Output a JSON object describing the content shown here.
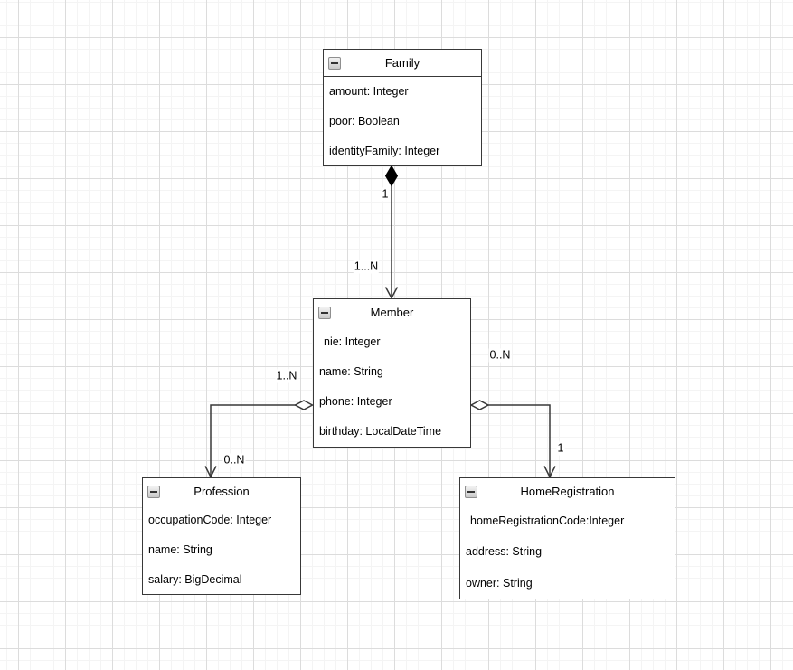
{
  "diagram": {
    "type": "uml-class-diagram",
    "colors": {
      "canvas_background": "#ffffff",
      "grid_minor": "#f4f4f4",
      "grid_major": "#dcdcdc",
      "stroke": "#383838",
      "box_fill": "#ffffff",
      "text": "#000000"
    },
    "icons": {
      "collapse": "minus-icon"
    },
    "classes": [
      {
        "name": "Family",
        "attributes": [
          "amount: Integer",
          "poor: Boolean",
          "identityFamily: Integer"
        ]
      },
      {
        "name": "Member",
        "attributes": [
          "nie: Integer",
          "name: String",
          "phone: Integer",
          "birthday: LocalDateTime"
        ]
      },
      {
        "name": "Profession",
        "attributes": [
          "occupationCode: Integer",
          "name: String",
          "salary: BigDecimal"
        ]
      },
      {
        "name": "HomeRegistration",
        "attributes": [
          "homeRegistrationCode:Integer",
          "address: String",
          "owner: String"
        ]
      }
    ],
    "edges": [
      {
        "from": "Family",
        "to": "Member",
        "type": "composition",
        "source_label": "1",
        "target_label": "1...N"
      },
      {
        "from": "Member",
        "to": "Profession",
        "type": "aggregation",
        "source_label": "1..N",
        "target_label": "0..N"
      },
      {
        "from": "Member",
        "to": "HomeRegistration",
        "type": "aggregation",
        "source_label": "0..N",
        "target_label": "1"
      }
    ]
  }
}
